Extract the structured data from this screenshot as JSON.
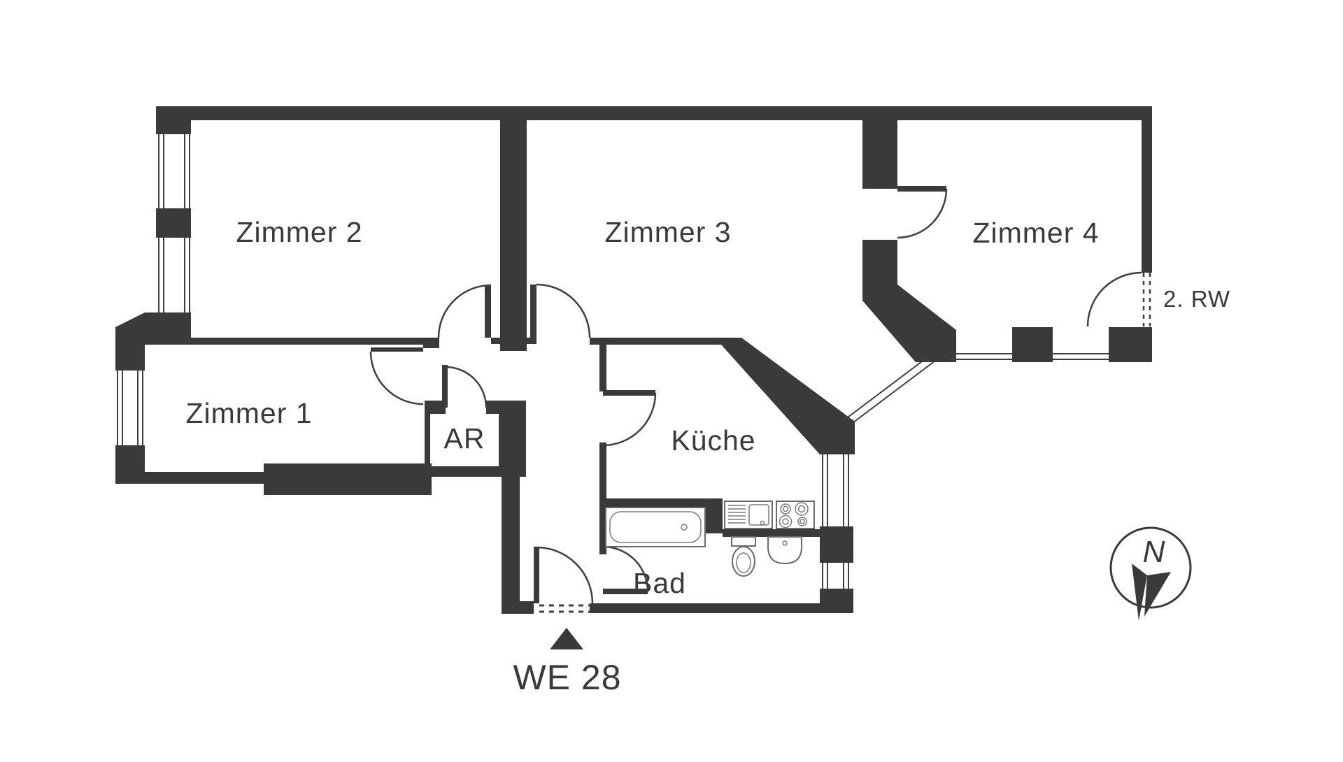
{
  "plan": {
    "unit_label": "WE 28",
    "escape_route_label": "2. RW",
    "north_label": "N",
    "rooms": {
      "zimmer1": "Zimmer 1",
      "zimmer2": "Zimmer 2",
      "zimmer3": "Zimmer 3",
      "zimmer4": "Zimmer 4",
      "ar": "AR",
      "kueche": "Küche",
      "bad": "Bad"
    },
    "icons": {
      "north_compass": "circle-with-north-dart",
      "entrance_marker": "solid-triangle-up"
    },
    "colors": {
      "wall": "#3a3a3a",
      "line": "#3f3f3f",
      "background": "#ffffff"
    }
  }
}
